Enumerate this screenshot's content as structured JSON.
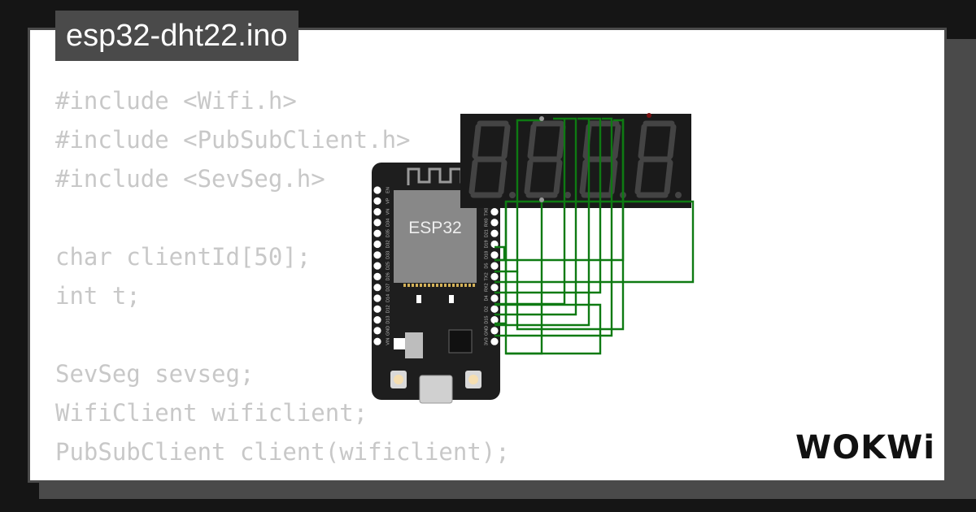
{
  "file": {
    "name": "esp32-dht22.ino"
  },
  "code_lines": [
    "#include <Wifi.h>",
    "#include <PubSubClient.h>",
    "#include <SevSeg.h>",
    "",
    "char clientId[50];",
    "int t;",
    "",
    "SevSeg sevseg;",
    "WifiClient wificlient;",
    "PubSubClient client(wificlient);"
  ],
  "board": {
    "chip_label": "ESP32",
    "left_pins": [
      "EN",
      "VP",
      "VN",
      "D34",
      "D35",
      "D32",
      "D33",
      "D25",
      "D26",
      "D27",
      "D14",
      "D12",
      "D13",
      "GND",
      "VIN"
    ],
    "right_pins": [
      "D23",
      "D22",
      "TX0",
      "RX0",
      "D21",
      "D19",
      "D18",
      "D5",
      "TX2",
      "RX2",
      "D4",
      "D2",
      "D15",
      "GND",
      "3V3"
    ]
  },
  "display": {
    "digits": 4
  },
  "brand": {
    "logo": "WOKWi"
  },
  "colors": {
    "background": "#151515",
    "card": "#ffffff",
    "title_bar": "#4a4a4a",
    "code_text": "#c8c8c8",
    "board": "#1e1e1e",
    "chip": "#888888",
    "display": "#1a1a1a",
    "segment": "#444444",
    "wire": "#0e7a12"
  }
}
